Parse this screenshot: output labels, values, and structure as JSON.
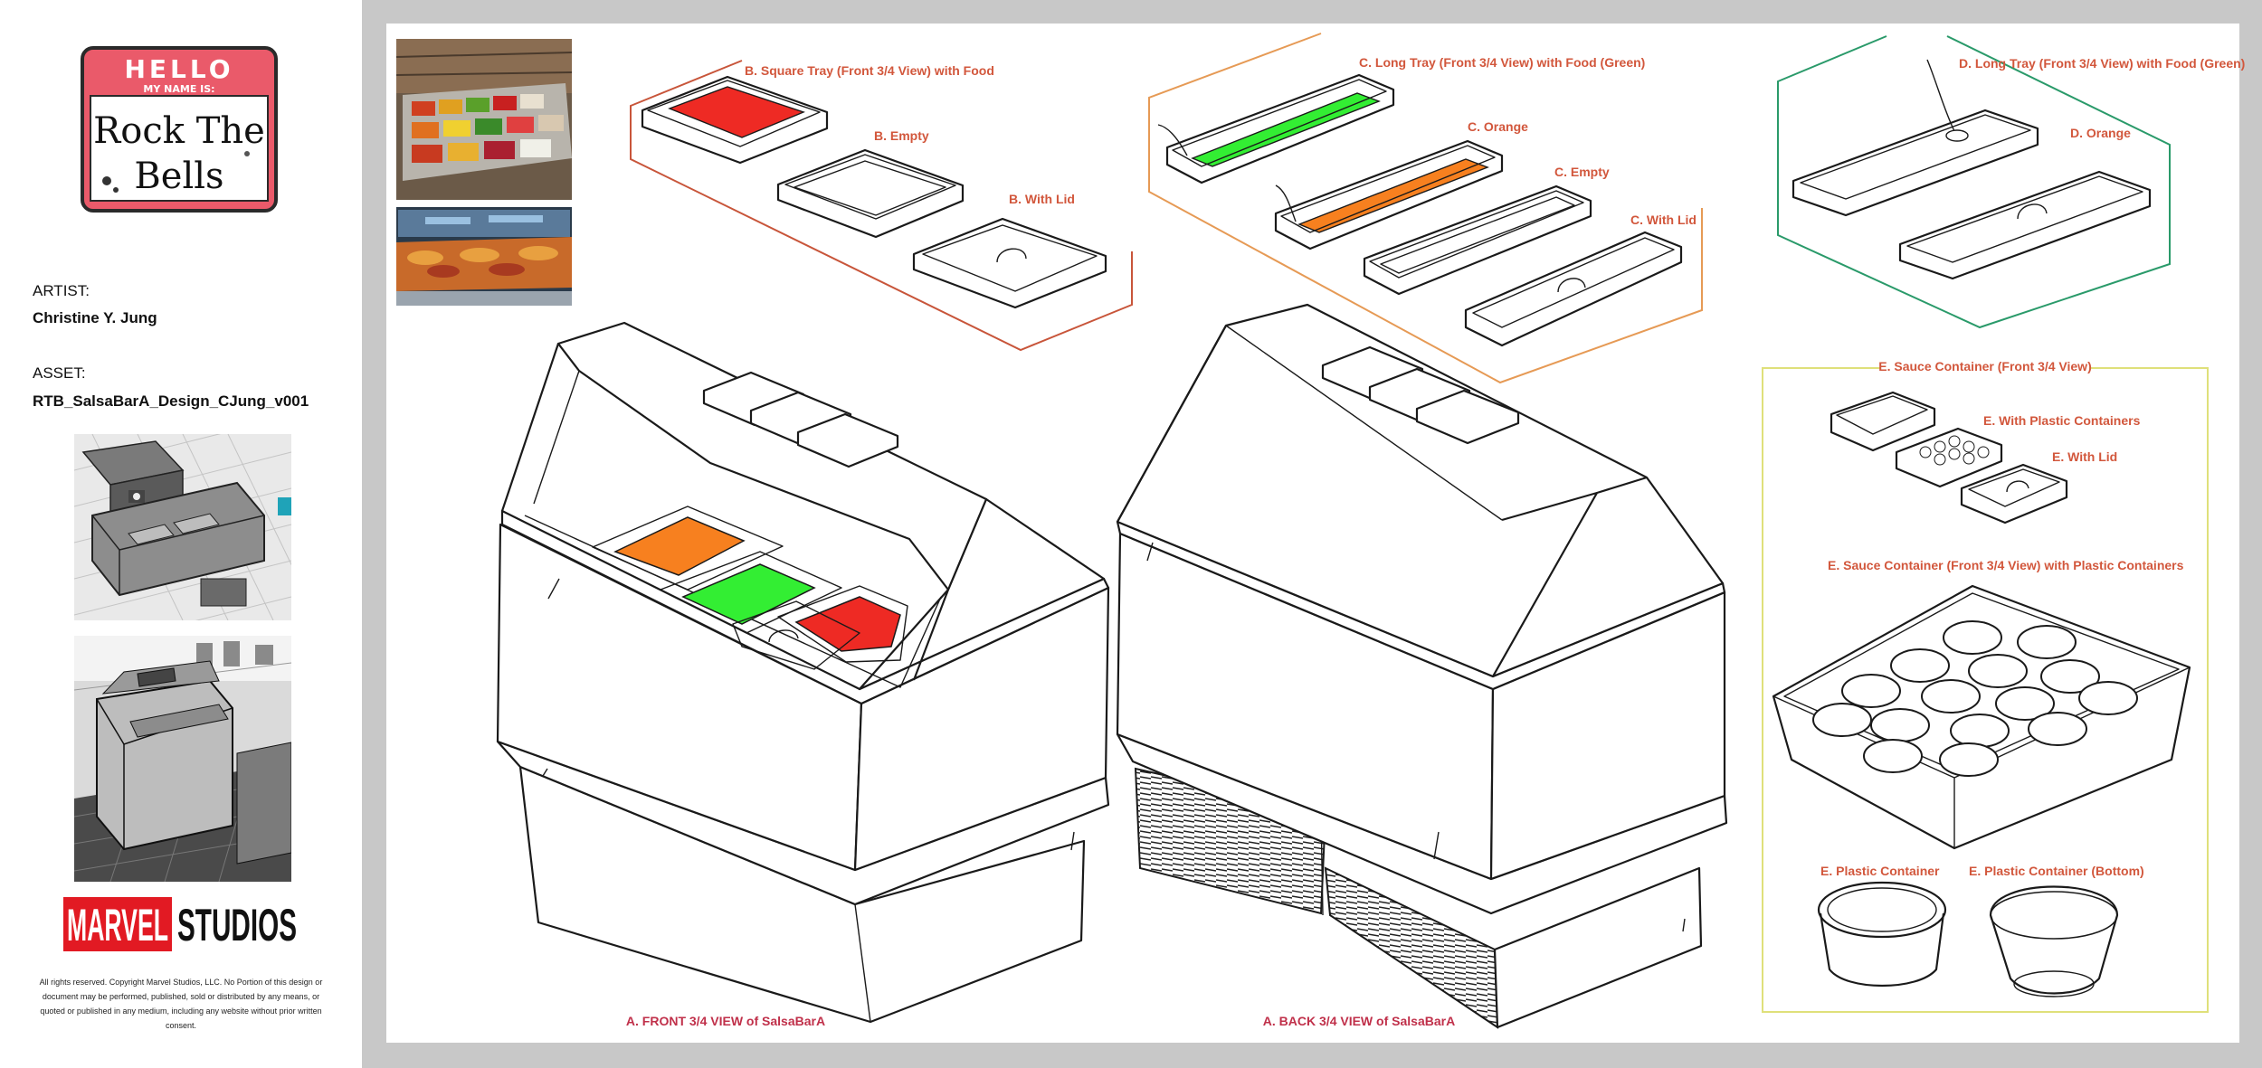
{
  "nametag": {
    "hello": "HELLO",
    "my_name_is": "MY NAME IS:",
    "line1": "Rock The",
    "line2": "Bells"
  },
  "meta": {
    "artist_label": "ARTIST:",
    "artist_name": "Christine Y. Jung",
    "asset_label": "ASSET:",
    "asset_name": "RTB_SalsaBarA_Design_CJung_v001"
  },
  "logo": {
    "marvel": "MARVEL",
    "studios": "STUDIOS"
  },
  "copyright": {
    "text": "All rights reserved. Copyright Marvel Studios, LLC. No Portion of this design or document may be performed, published, sold or distributed by any means, or quoted or published in any medium, including any website without prior written consent."
  },
  "captions": {
    "b_square_tray": "B. Square Tray (Front 3/4 View) with Food",
    "b_empty": "B. Empty",
    "b_with_lid": "B. With Lid",
    "c_long_tray": "C. Long Tray (Front 3/4 View) with Food (Green)",
    "c_orange": "C. Orange",
    "c_empty": "C. Empty",
    "c_with_lid": "C. With Lid",
    "d_long_tray": "D. Long Tray (Front 3/4 View) with Food (Green)",
    "d_orange": "D. Orange",
    "e_sauce": "E. Sauce Container (Front 3/4 View)",
    "e_with_plastic": "E. With Plastic Containers",
    "e_with_lid": "E. With Lid",
    "e_sauce_plastic": "E. Sauce Container (Front 3/4 View) with Plastic Containers",
    "e_plastic": "E. Plastic Container",
    "e_plastic_bottom": "E. Plastic Container (Bottom)",
    "a_front": "A. FRONT 3/4 VIEW of SalsaBarA",
    "a_back": "A. BACK 3/4 VIEW of SalsaBarA"
  },
  "colors": {
    "food_red": "#ee2a24",
    "food_green": "#33ee33",
    "food_orange": "#f7801f",
    "border_b": "#c8553a",
    "border_c": "#e69a55",
    "border_d": "#2a9a6a",
    "border_e": "#dfe07a",
    "caption": "#d2573c",
    "caption_view": "#c0304a",
    "nametag_red": "#ea5a6a",
    "marvel_red": "#e21a23"
  }
}
